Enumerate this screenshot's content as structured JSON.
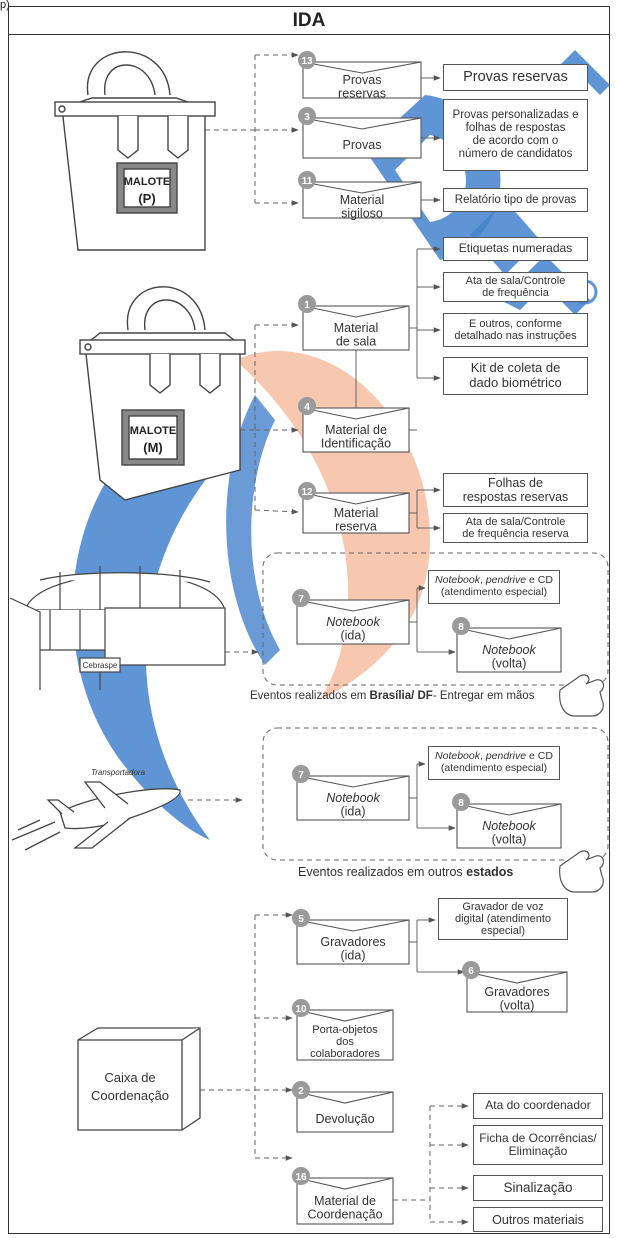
{
  "page": {
    "title": "IDA",
    "top_mark": "p)"
  },
  "colors": {
    "line": "#555555",
    "badge": "#9a9a9a",
    "watermark_blue": "#2f74c8",
    "watermark_orange": "#ee8c5c"
  },
  "bags": {
    "p": {
      "label_1": "MALOTE",
      "label_2": "(P)"
    },
    "m": {
      "label_1": "MALOTE",
      "label_2": "(M)"
    }
  },
  "cebraspe_sign": "Cebraspe",
  "plane_label": "Transportadora",
  "caixa": {
    "label_1": "Caixa de",
    "label_2": "Coordenação"
  },
  "envelopes": [
    {
      "num": "13",
      "l1": "Provas",
      "l2": "reservas"
    },
    {
      "num": "3",
      "l1": "Provas",
      "l2": ""
    },
    {
      "num": "11",
      "l1": "Material",
      "l2": "sigiloso"
    },
    {
      "num": "1",
      "l1": "Material",
      "l2": "de sala"
    },
    {
      "num": "4",
      "l1": "Material de",
      "l2": "Identificação"
    },
    {
      "num": "12",
      "l1": "Material",
      "l2": "reserva"
    },
    {
      "num": "7",
      "l1": "Notebook",
      "l2": "(ida)"
    },
    {
      "num": "8",
      "l1": "Notebook",
      "l2": "(volta)"
    },
    {
      "num": "7",
      "l1": "Notebook",
      "l2": "(ida)"
    },
    {
      "num": "8",
      "l1": "Notebook",
      "l2": "(volta)"
    },
    {
      "num": "5",
      "l1": "Gravadores",
      "l2": "(ida)"
    },
    {
      "num": "6",
      "l1": "Gravadores",
      "l2": "(volta)"
    },
    {
      "num": "10",
      "l1": "Porta-objetos",
      "l2": "dos",
      "l3": "colaboradores"
    },
    {
      "num": "2",
      "l1": "Devolução",
      "l2": ""
    },
    {
      "num": "16",
      "l1": "Material de",
      "l2": "Coordenação"
    }
  ],
  "boxes": {
    "provas_reservas": "Provas reservas",
    "provas_personalizadas": {
      "l1": "Provas personalizadas e",
      "l2": "folhas de respostas",
      "l3": "de acordo com o",
      "l4": "número de candidatos"
    },
    "relatorio": "Relatório tipo de provas",
    "etiquetas": "Etiquetas numeradas",
    "ata_sala": {
      "l1": "Ata de sala/Controle",
      "l2": "de frequência"
    },
    "outros_instrucoes": {
      "l1": "E outros, conforme",
      "l2": "detalhado nas instruções"
    },
    "kit": {
      "l1": "Kit de coleta de",
      "l2": "dado biométrico"
    },
    "folhas_reservas": {
      "l1": "Folhas de",
      "l2": "respostas reservas"
    },
    "ata_reserva": {
      "l1": "Ata de sala/Controle",
      "l2": "de frequência reserva"
    },
    "nb_1": {
      "l1a": "Notebook",
      "l1b": ", ",
      "l1c": "pendrive",
      "l1d": " e CD",
      "l2": "(atendimento especial)"
    },
    "nb_2": {
      "l1a": "Notebook",
      "l1b": ", ",
      "l1c": "pendrive",
      "l1d": " e CD",
      "l2": "(atendimento especial)"
    },
    "gravador": {
      "l1": "Gravador de voz",
      "l2": "digital (atendimento",
      "l3": "especial)"
    },
    "ata_coordenador": "Ata do coordenador",
    "ficha": {
      "l1": "Ficha de Ocorrências/",
      "l2": "Eliminação"
    },
    "sinalizacao": "Sinalização",
    "outros_materiais": "Outros materiais"
  },
  "captions": {
    "brasilia": {
      "a": "Eventos realizados em ",
      "b": "Brasília/ DF",
      "c": "- Entregar em mãos"
    },
    "estados": {
      "a": "Eventos realizados em outros ",
      "b": "estados"
    }
  }
}
